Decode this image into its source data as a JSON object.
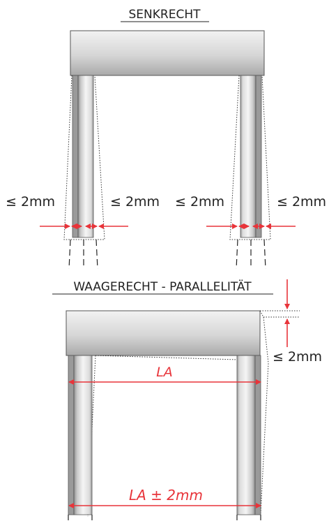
{
  "sections": {
    "vertical": {
      "title": "SENKRECHT"
    },
    "horizontal": {
      "title": "WAAGERECHT - PARALLELITÄT"
    }
  },
  "tolerances": {
    "t1": "≤ 2mm",
    "t2": "≤ 2mm",
    "t3": "≤ 2mm",
    "t4": "≤ 2mm",
    "t5": "≤ 2mm"
  },
  "measures": {
    "top": "LA",
    "bottom": "LA ± 2mm"
  },
  "colors": {
    "annotation_red": "#e8343a",
    "text": "#222222",
    "frame_light": "#f4f4f4",
    "frame_dark": "#9a9a9a",
    "outline": "#555555"
  }
}
